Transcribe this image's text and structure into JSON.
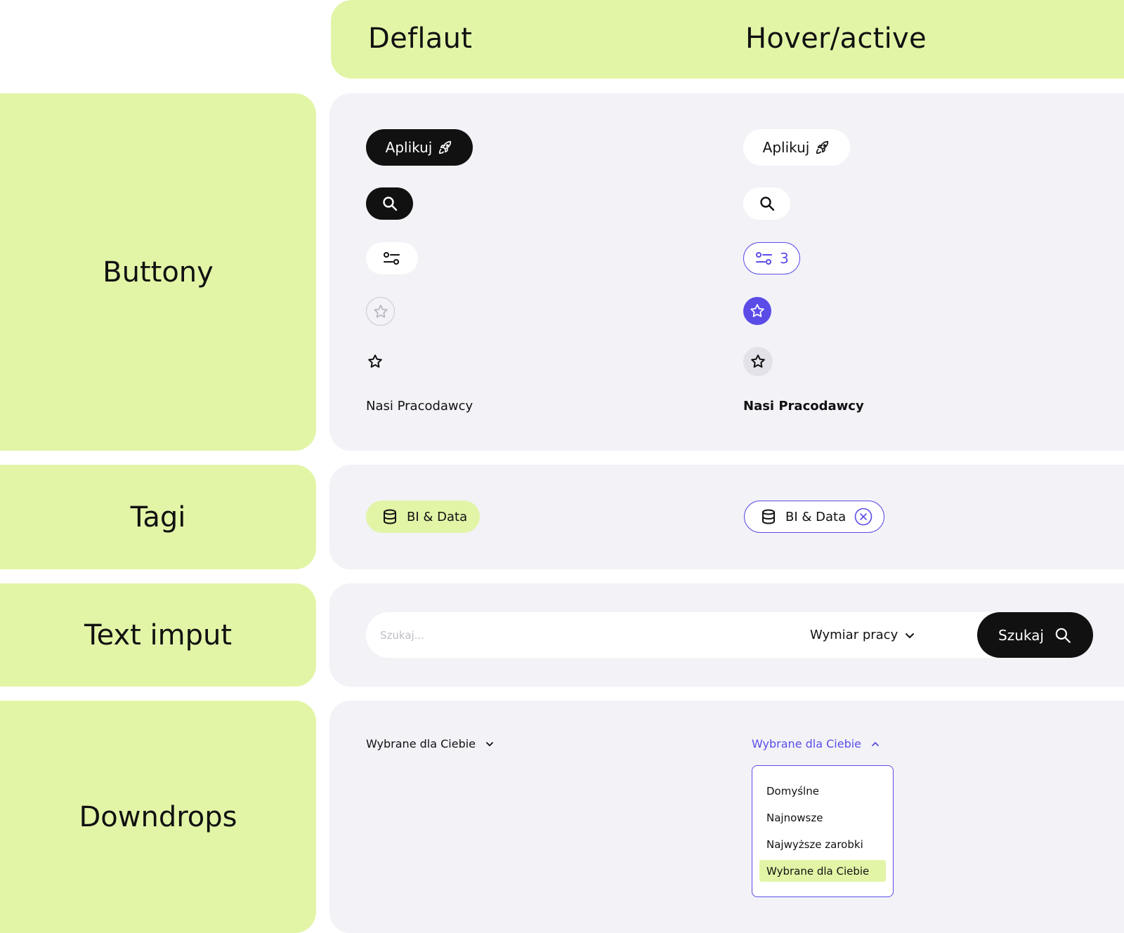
{
  "colors": {
    "lime": "#e2f5a7",
    "panel": "#f2f2f7",
    "dark": "#111111",
    "accent": "#5b4ce8",
    "white": "#ffffff"
  },
  "header": {
    "default_label": "Deflaut",
    "hover_label": "Hover/active"
  },
  "rows": {
    "buttons_label": "Buttony",
    "tags_label": "Tagi",
    "text_input_label": "Text imput",
    "dropdowns_label": "Downdrops"
  },
  "buttons": {
    "apply_label": "Aplikuj",
    "apply_icon": "rocket-icon",
    "search_icon": "search-icon",
    "filter_icon": "sliders-icon",
    "filter_count": "3",
    "favorite_icon": "star-icon",
    "employers_label": "Nasi Pracodawcy"
  },
  "tags": {
    "label": "BI & Data",
    "icon": "database-icon",
    "remove_icon": "close-circle-icon"
  },
  "text_input": {
    "placeholder": "Szukaj...",
    "value": "",
    "dimension_label": "Wymiar pracy",
    "search_button_label": "Szukaj"
  },
  "dropdowns": {
    "trigger_label": "Wybrane dla Ciebie",
    "options": [
      "Domyślne",
      "Najnowsze",
      "Najwyższe zarobki",
      "Wybrane dla Ciebie"
    ],
    "selected_index": 3
  }
}
